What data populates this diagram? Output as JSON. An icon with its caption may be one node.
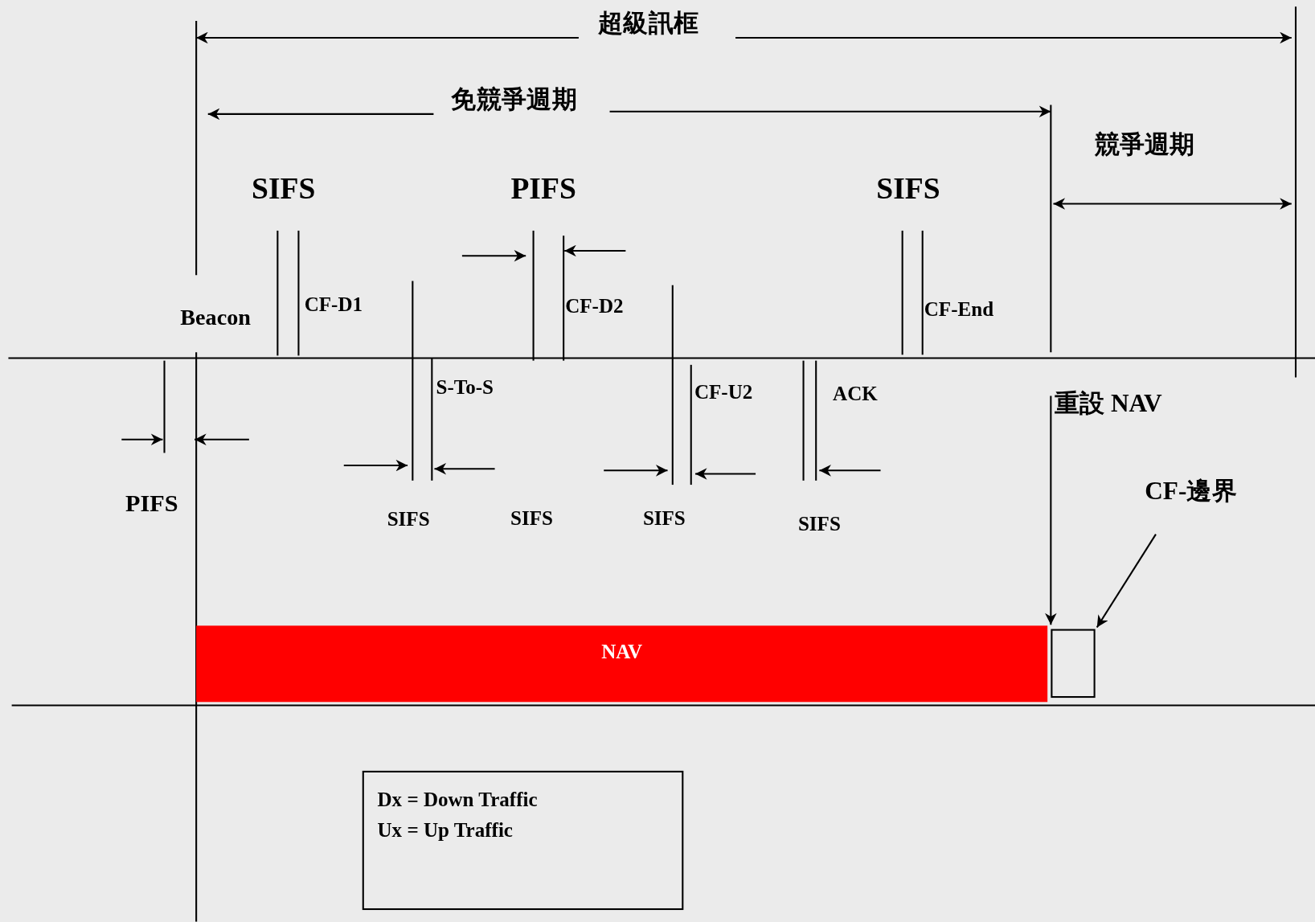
{
  "diagram": {
    "nodes": [
      {
        "text": [
          "重設 NAV"
        ]
      },
      {
        "text": [
          "CF-邊界"
        ]
      },
      {
        "text": [
          "NAV"
        ]
      },
      {
        "text": [],
        "shape": "box"
      },
      {
        "text": [
          "Dx = Down Traffic",
          "Ux = Up Traffic"
        ]
      }
    ],
    "edges": [
      {
        "from": 0,
        "to": 2,
        "arrow": "to"
      },
      {
        "from": 1,
        "to": 3,
        "arrow": "to"
      }
    ],
    "labels": [
      "超級訊框",
      "免競爭週期",
      "競爭週期",
      "SIFS",
      "PIFS",
      "SIFS",
      "CF-D1",
      "CF-D2",
      "CF-End",
      "Beacon",
      "S-To-S",
      "CF-U2",
      "ACK",
      "PIFS",
      "SIFS",
      "SIFS",
      "SIFS",
      "SIFS"
    ]
  }
}
